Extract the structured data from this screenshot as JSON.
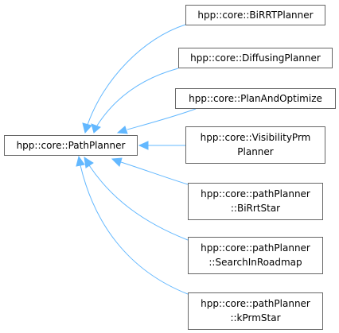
{
  "diagram": {
    "base": {
      "id": "PathPlanner",
      "label": "hpp::core::PathPlanner",
      "color_hex": "#000000"
    },
    "derived": [
      {
        "id": "BiRRTPlanner",
        "label_lines": [
          "hpp::core::BiRRTPlanner"
        ]
      },
      {
        "id": "DiffusingPlanner",
        "label_lines": [
          "hpp::core::DiffusingPlanner"
        ]
      },
      {
        "id": "PlanAndOptimize",
        "label_lines": [
          "hpp::core::PlanAndOptimize"
        ]
      },
      {
        "id": "VisibilityPrmPlanner",
        "label_lines": [
          "hpp::core::VisibilityPrm",
          "Planner"
        ]
      },
      {
        "id": "BiRrtStar",
        "label_lines": [
          "hpp::core::pathPlanner",
          "::BiRrtStar"
        ]
      },
      {
        "id": "SearchInRoadmap",
        "label_lines": [
          "hpp::core::pathPlanner",
          "::SearchInRoadmap"
        ]
      },
      {
        "id": "kPrmStar",
        "label_lines": [
          "hpp::core::pathPlanner",
          "::kPrmStar"
        ]
      }
    ],
    "edge_color_hex": "#63b8ff",
    "node_border_hex": "#666666"
  }
}
